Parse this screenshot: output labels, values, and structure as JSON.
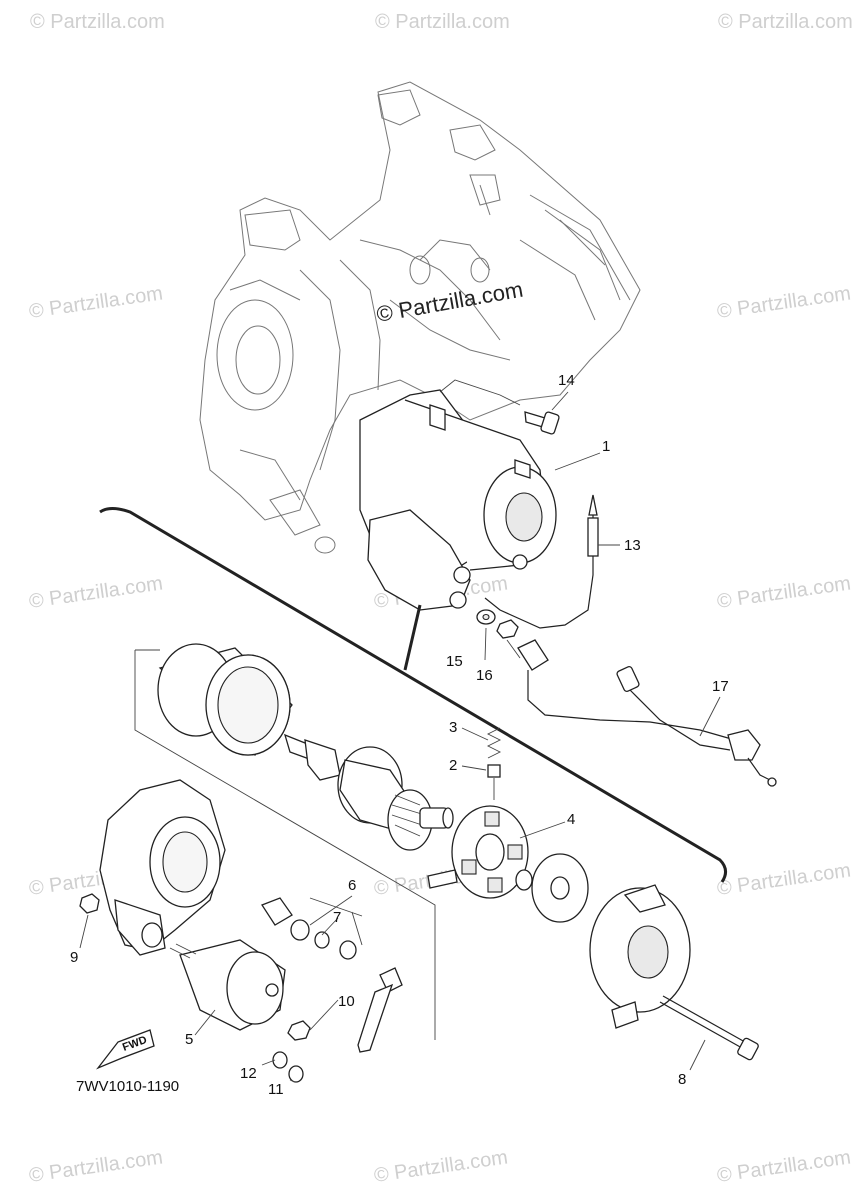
{
  "watermark": {
    "text": "© Partzilla.com",
    "main_text": "© Partzilla.com"
  },
  "drawing_code": "7WV1010-1190",
  "fwd_label": "FWD",
  "callouts": [
    "1",
    "2",
    "3",
    "4",
    "5",
    "6",
    "7",
    "8",
    "9",
    "10",
    "11",
    "12",
    "13",
    "14",
    "15",
    "16",
    "17"
  ]
}
